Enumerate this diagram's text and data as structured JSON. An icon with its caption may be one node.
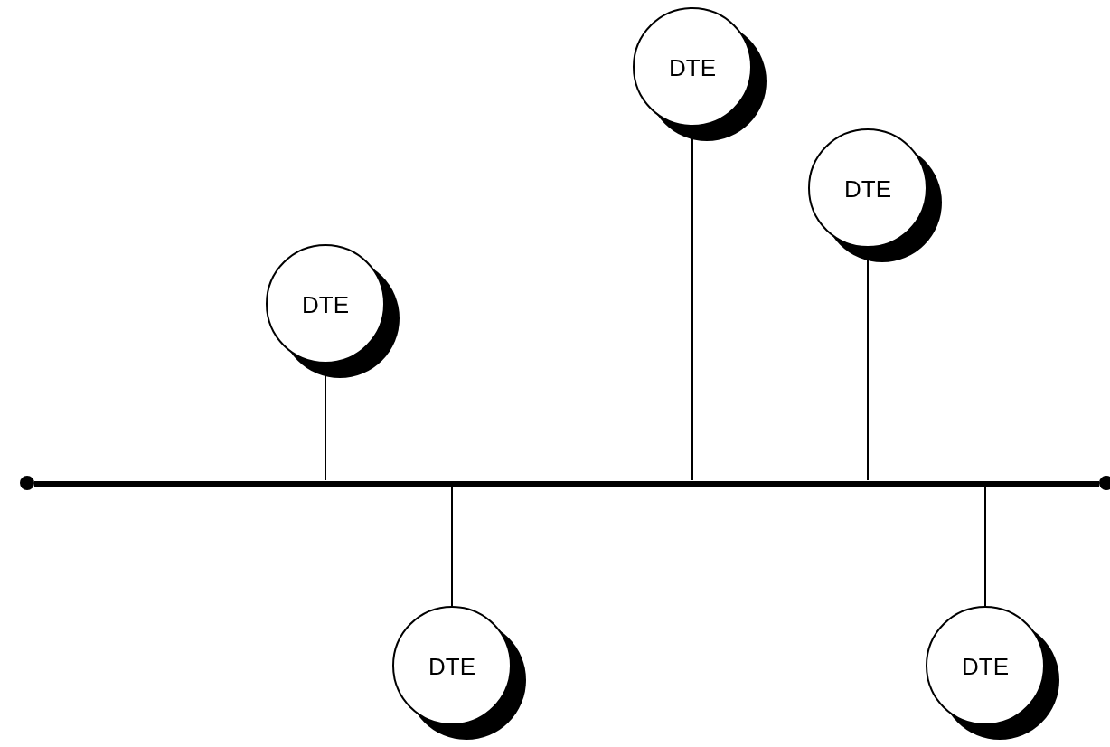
{
  "diagram": {
    "nodes": [
      {
        "text": [],
        "shape": "bar"
      },
      {
        "text": [
          "DTE"
        ]
      },
      {
        "text": [
          "DTE"
        ]
      },
      {
        "text": [
          "DTE"
        ]
      },
      {
        "text": [
          "DTE"
        ]
      },
      {
        "text": [
          "DTE"
        ]
      }
    ],
    "edges": [
      {
        "from": 1,
        "to": 0,
        "arrow": "none"
      },
      {
        "from": 2,
        "to": 0,
        "arrow": "none"
      },
      {
        "from": 3,
        "to": 0,
        "arrow": "none"
      },
      {
        "from": 4,
        "to": 0,
        "arrow": "none"
      },
      {
        "from": 5,
        "to": 0,
        "arrow": "none"
      }
    ]
  }
}
